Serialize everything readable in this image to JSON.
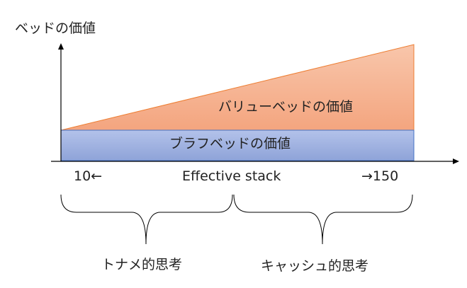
{
  "y_axis_label": "ベッドの価値",
  "value_bet_label": "バリューベッドの価値",
  "bluff_bet_label": "ブラフベッドの価値",
  "x_axis": {
    "left_label": "10←",
    "center_label": "Effective stack",
    "right_label": "→150"
  },
  "braces": {
    "left_label": "トナメ的思考",
    "right_label": "キャッシュ的思考"
  },
  "colors": {
    "value_fill": "#f5b08c",
    "value_stroke": "#ed7d31",
    "bluff_fill": "#a4b5e2",
    "bluff_stroke": "#4472c4"
  }
}
